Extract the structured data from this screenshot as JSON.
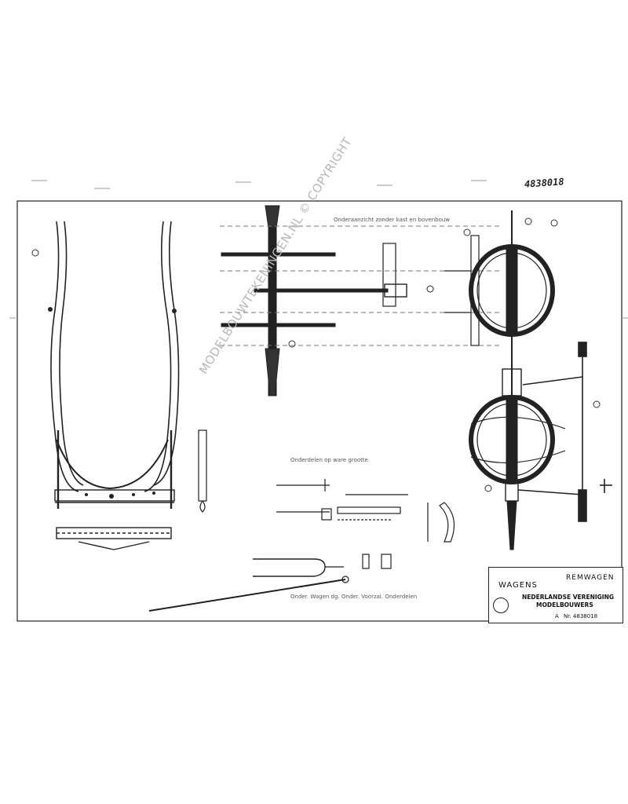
{
  "sheet": {
    "doc_number": "4838018",
    "watermark": "MODELBOUWTEKENINGEN.NL © COPYRIGHT",
    "annotations": {
      "top_view_note": "Onderaanzicht zonder kast en bovenbouw",
      "detail_note": "Onderdelen op ware grootte",
      "bottom_note": "Onder. Wagen dg. Onder. Voorzal. Onderdelen"
    }
  },
  "title_block": {
    "category": "WAGENS",
    "name": "REMWAGEN",
    "org_line1": "NEDERLANDSE VERENIGING",
    "org_line2": "MODELBOUWERS",
    "sheet_letter": "A",
    "number": "Nr. 4838018"
  },
  "icons": {
    "seal": "association-seal-icon"
  }
}
